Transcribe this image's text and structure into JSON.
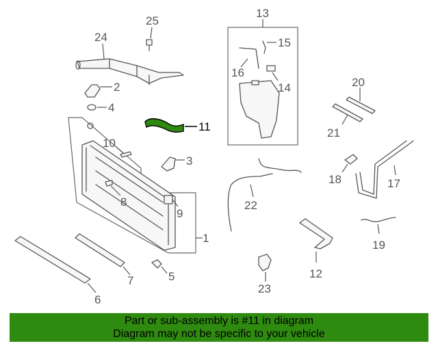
{
  "diagram": {
    "callouts": {
      "c1": "1",
      "c2": "2",
      "c3": "3",
      "c4": "4",
      "c5": "5",
      "c6": "6",
      "c7": "7",
      "c8": "8",
      "c9": "9",
      "c10": "10",
      "c11": "11",
      "c12": "12",
      "c13": "13",
      "c14": "14",
      "c15": "15",
      "c16": "16",
      "c17": "17",
      "c18": "18",
      "c19": "19",
      "c20": "20",
      "c21": "21",
      "c22": "22",
      "c23": "23",
      "c24": "24",
      "c25": "25"
    },
    "highlight_color": "#2f8a10",
    "line_color": "#555555"
  },
  "banner": {
    "line1": "Part or sub-assembly is #11 in diagram",
    "line2": "Diagram may not be specific to your vehicle",
    "background": "#2f8a10"
  }
}
